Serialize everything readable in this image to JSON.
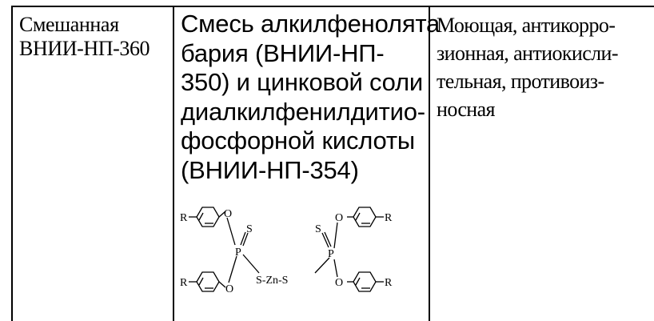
{
  "table": {
    "row": {
      "additive_name": [
        "Смешанная",
        "ВНИИ-НП-360"
      ],
      "composition": [
        "Смесь алкилфенолята",
        "бария (ВНИИ-НП-",
        "350) и цинковой соли",
        "диалкилфенилдитио-",
        "фосфорной кислоты",
        "(ВНИИ-НП-354)"
      ],
      "function": [
        "Моющая, антикорро-",
        "зионная, антиокисли-",
        "тельная, противоиз-",
        "носная"
      ]
    },
    "formula": {
      "r1": "R",
      "r2": "R",
      "r3": "R",
      "r4": "R",
      "o1": "O",
      "o2": "O",
      "o3": "O",
      "o4": "O",
      "s1": "S",
      "s2": "S",
      "p1": "P",
      "p2": "P",
      "bridge": "S-Zn-S"
    }
  }
}
